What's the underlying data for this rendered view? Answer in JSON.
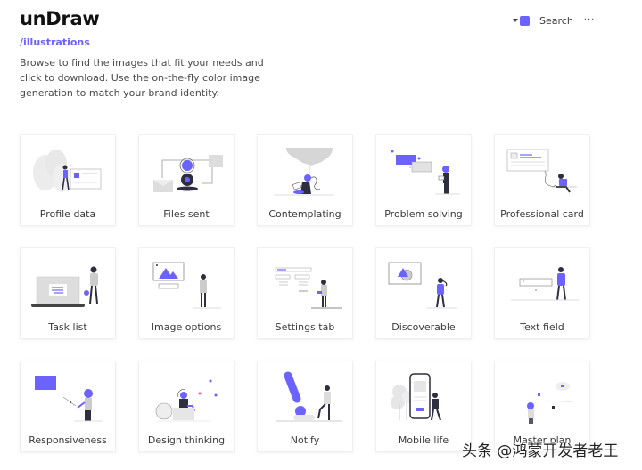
{
  "header": {
    "logo": "unDraw",
    "subpath": "/illustrations",
    "intro": "Browse to find the images that fit your needs and click to download. Use the on-the-fly color image generation to match your brand identity."
  },
  "topnav": {
    "color_picker": {
      "icon": "color-swatch-icon",
      "color": "#6c63ff"
    },
    "search_label": "Search",
    "more_label": "···"
  },
  "colors": {
    "accent": "#6c63ff",
    "dark": "#2f2e41",
    "gray": "#e6e6e6"
  },
  "illustrations": [
    {
      "label": "Profile data"
    },
    {
      "label": "Files sent"
    },
    {
      "label": "Contemplating"
    },
    {
      "label": "Problem solving"
    },
    {
      "label": "Professional card"
    },
    {
      "label": "Task list"
    },
    {
      "label": "Image options"
    },
    {
      "label": "Settings tab"
    },
    {
      "label": "Discoverable"
    },
    {
      "label": "Text field"
    },
    {
      "label": "Responsiveness"
    },
    {
      "label": "Design thinking"
    },
    {
      "label": "Notify"
    },
    {
      "label": "Mobile life"
    },
    {
      "label": "Master plan"
    }
  ],
  "watermark": "头条 @鸿蒙开发者老王"
}
